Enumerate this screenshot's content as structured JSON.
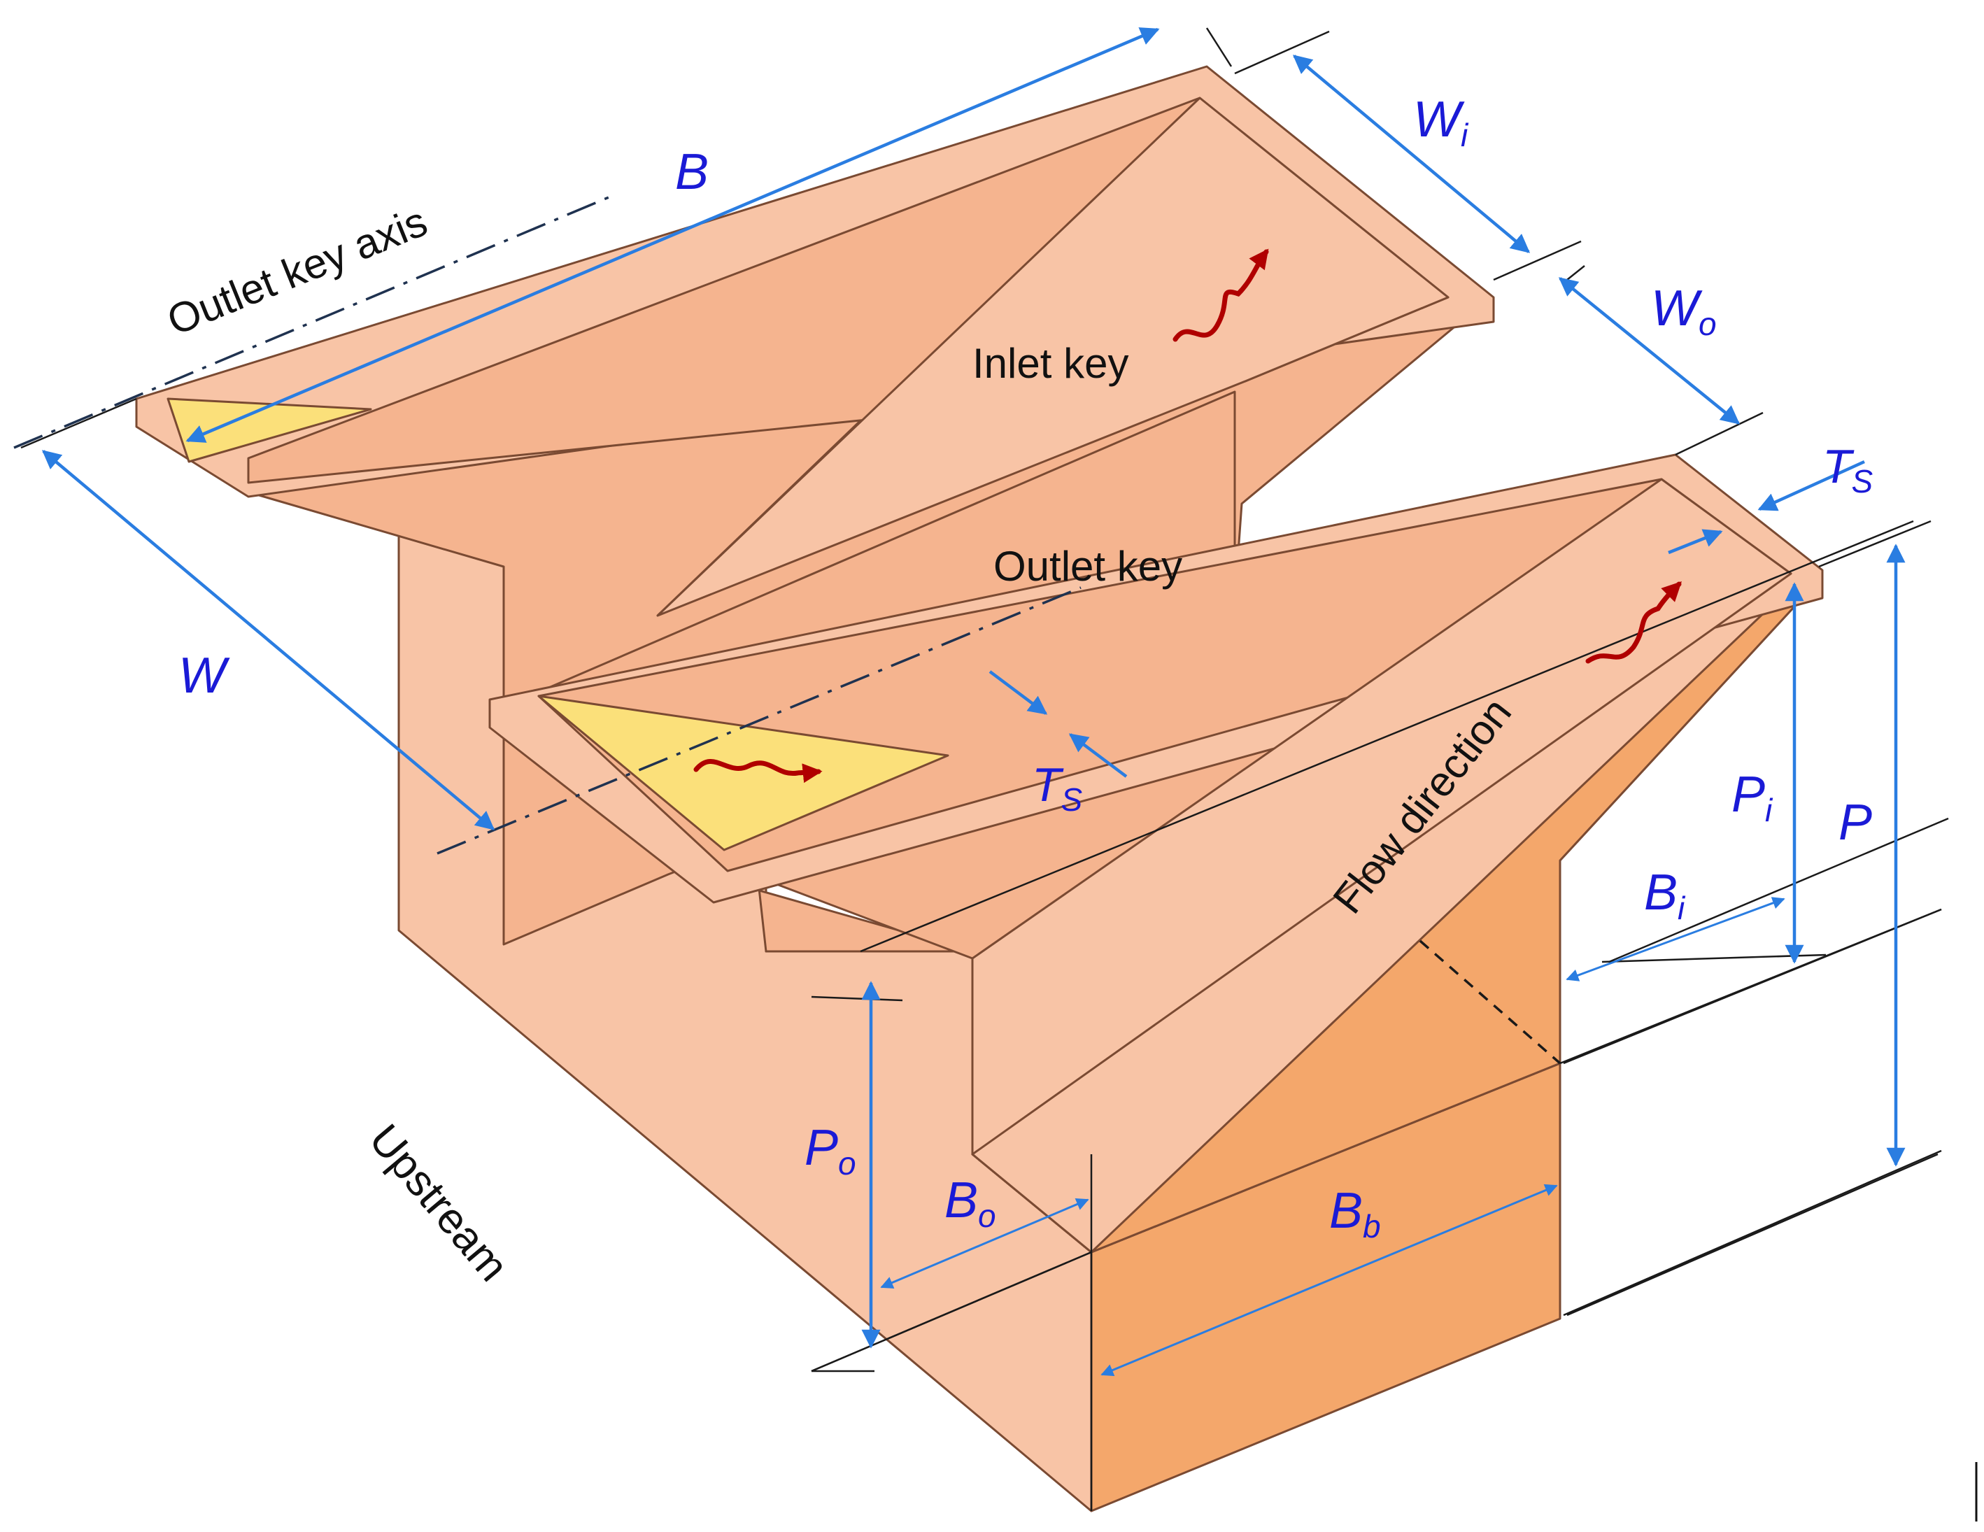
{
  "labels": {
    "outlet_key_axis": "Outlet key axis",
    "inlet_key": "Inlet key",
    "outlet_key": "Outlet key",
    "flow_direction": "Flow direction",
    "upstream": "Upstream"
  },
  "dimensions": {
    "B": {
      "main": "B",
      "sub": ""
    },
    "W": {
      "main": "W",
      "sub": ""
    },
    "Wi": {
      "main": "W",
      "sub": "i"
    },
    "Wo": {
      "main": "W",
      "sub": "o"
    },
    "Ts_top": {
      "main": "T",
      "sub": "S"
    },
    "Ts_mid": {
      "main": "T",
      "sub": "S"
    },
    "P": {
      "main": "P",
      "sub": ""
    },
    "Pi": {
      "main": "P",
      "sub": "i"
    },
    "Po": {
      "main": "P",
      "sub": "o"
    },
    "Bi": {
      "main": "B",
      "sub": "i"
    },
    "Bo": {
      "main": "B",
      "sub": "o"
    },
    "Bb": {
      "main": "B",
      "sub": "b"
    }
  },
  "colors": {
    "light_face": "#f8c4a6",
    "mid_face": "#f5b48f",
    "dark_face": "#f4a76b",
    "yellow_face": "#fbe07a",
    "edge": "#7a4a32",
    "dimension": "#2a7de1",
    "flow_arrow": "#b00000"
  }
}
